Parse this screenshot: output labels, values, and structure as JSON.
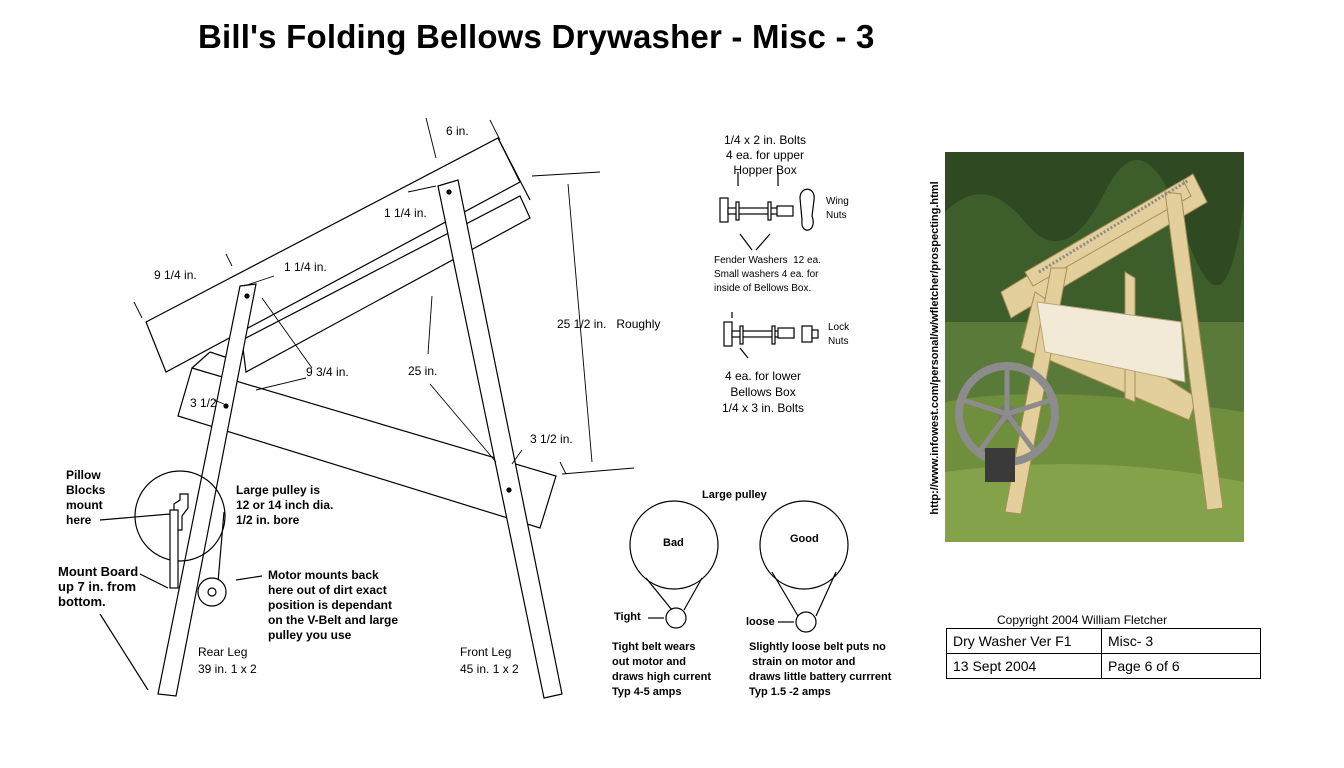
{
  "title": "Bill's Folding Bellows Drywasher - Misc - 3",
  "dimensions": {
    "six_in": "6 in.",
    "one_quarter_top": "1 1/4 in.",
    "nine_quarter": "9 1/4 in.",
    "one_quarter_mid": "1 1/4 in.",
    "twenty_five_half": "25 1/2 in.   Roughly",
    "nine_three_quarter": "9 3/4 in.",
    "twenty_five": "25 in.",
    "three_half_left": "3 1/2",
    "three_half_right": "3 1/2 in."
  },
  "notes": {
    "pillow_blocks": "Pillow\nBlocks\nmount\nhere",
    "large_pulley_note": "Large pulley is\n12 or 14 inch dia.\n1/2 in. bore",
    "mount_board": "Mount Board\nup 7 in. from\nbottom.",
    "motor_mounts": "Motor mounts back\nhere out of dirt exact\nposition is dependant\non the V-Belt and large\npulley you use",
    "rear_leg": "Rear Leg\n39 in. 1 x 2",
    "front_leg": "Front Leg\n45 in. 1 x 2"
  },
  "hardware": {
    "upper_bolts": "1/4 x 2 in. Bolts\n4 ea. for upper\nHopper Box",
    "wing_nuts": "Wing\nNuts",
    "washers": "Fender Washers  12 ea.\nSmall washers 4 ea. for\ninside of Bellows Box.",
    "lock_nuts": "Lock\nNuts",
    "lower_bolts": "4 ea. for lower\nBellows Box\n1/4 x 3 in. Bolts"
  },
  "belt": {
    "large_pulley": "Large pulley",
    "bad": "Bad",
    "good": "Good",
    "tight": "Tight",
    "loose": "loose",
    "tight_note": "Tight belt wears\nout motor and\ndraws high current\nTyp 4-5 amps",
    "loose_note": "Slightly loose belt puts no\n strain on motor and\ndraws little battery currrent\nTyp 1.5 -2 amps"
  },
  "url": "http://www.infowest.com/personal/w/wfletcher/prospecting.html",
  "copyright": "Copyright  2004  William Fletcher",
  "info": {
    "r1c1": "Dry Washer Ver F1",
    "r1c2": "Misc- 3",
    "r2c1": "13 Sept 2004",
    "r2c2": "Page 6  of  6"
  }
}
